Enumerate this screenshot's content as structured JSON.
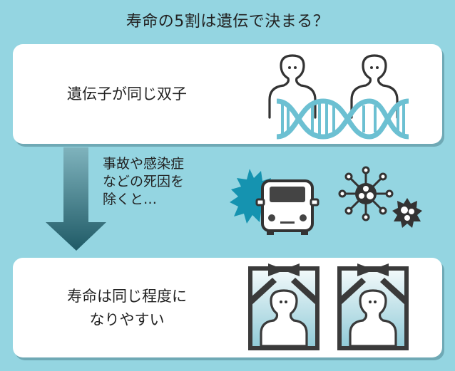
{
  "title": "寿命の5割は遺伝で決まる？",
  "steps": [
    {
      "label": "遺伝子が同じ双子",
      "icon": "twins-dna-icon"
    },
    {
      "label_lines": [
        "事故や感染症",
        "などの死因を",
        "除くと…"
      ],
      "icons": [
        "collision-car-icon",
        "virus-icon",
        "germ-icon"
      ]
    },
    {
      "label_lines": [
        "寿命は同じ程度に",
        "なりやすい"
      ],
      "icon": "memorial-portraits-icon"
    }
  ],
  "colors": {
    "background": "#94d5e1",
    "card": "#ffffff",
    "dna": "#6cc0d2",
    "arrow_top": "#7fb3bd",
    "arrow_bottom": "#1f5a66",
    "burst": "#1593b0",
    "icon_dark": "#333333"
  }
}
